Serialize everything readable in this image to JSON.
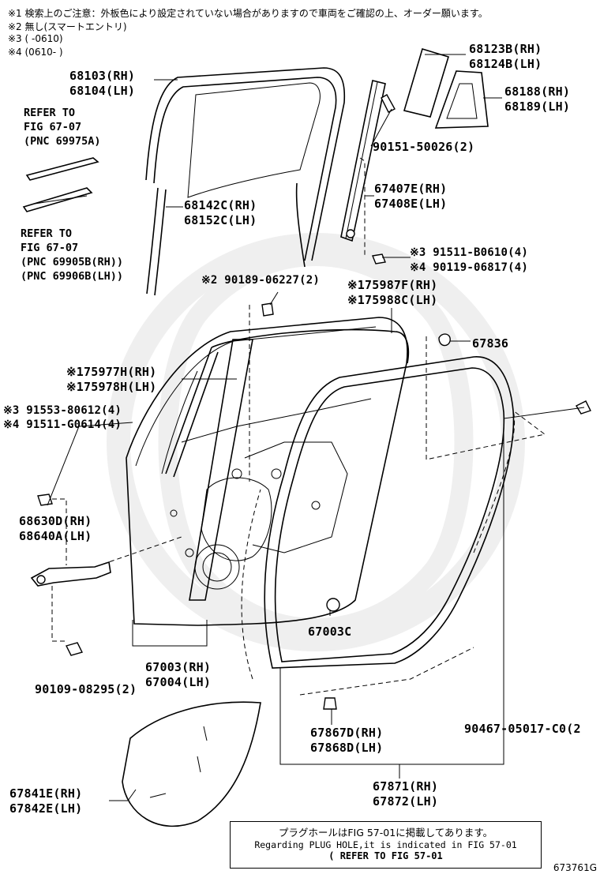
{
  "notes": [
    "※1 検索上のご注意：外板色により設定されていない場合がありますので車両をご確認の上、オーダー願います。",
    "※2 無し(スマートエントリ)",
    "※3 (      -0610)",
    "※4 (0610-      )"
  ],
  "labels": {
    "p68103": "68103(RH)",
    "p68104": "68104(LH)",
    "p68123": "68123B(RH)",
    "p68124": "68124B(LH)",
    "p68188": "68188(RH)",
    "p68189": "68189(LH)",
    "p90151": "90151-50026(2)",
    "p67407": "67407E(RH)",
    "p67408": "67408E(LH)",
    "p68142": "68142C(RH)",
    "p68152": "68152C(LH)",
    "p91511a": "※3 91511-B0610(4)",
    "p90119": "※4 90119-06817(4)",
    "p90189": "※2 90189-06227(2)",
    "p75987": "※175987F(RH)",
    "p75988": "※175988C(LH)",
    "p67836": "67836",
    "p75977": "※175977H(RH)",
    "p75978": "※175978H(LH)",
    "p91553": "※3 91553-80612(4)",
    "p91511b": "※4 91511-G0614(4)",
    "p68630": "68630D(RH)",
    "p68640": "68640A(LH)",
    "p67003c": "67003C",
    "p67003": "67003(RH)",
    "p67004": "67004(LH)",
    "p90109": "90109-08295(2)",
    "p67867": "67867D(RH)",
    "p67868": "67868D(LH)",
    "p90467": "90467-05017-C0(2",
    "p67871": "67871(RH)",
    "p67872": "67872(LH)",
    "p67841": "67841E(RH)",
    "p67842": "67842E(LH)"
  },
  "refs": {
    "refer_a_1": "REFER TO",
    "refer_a_2": "FIG 67-07",
    "refer_a_3": "(PNC 69975A)",
    "refer_b_1": "REFER TO",
    "refer_b_2": "FIG 67-07",
    "refer_b_3": "(PNC 69905B(RH))",
    "refer_b_4": "(PNC 69906B(LH))"
  },
  "plug_note": {
    "line1": "プラグホールはFIG 57-01に掲載してあります。",
    "line2": "Regarding PLUG HOLE,it is indicated in FIG 57-01",
    "line3": "(   REFER TO FIG 57-01"
  },
  "figure_number": "673761G"
}
